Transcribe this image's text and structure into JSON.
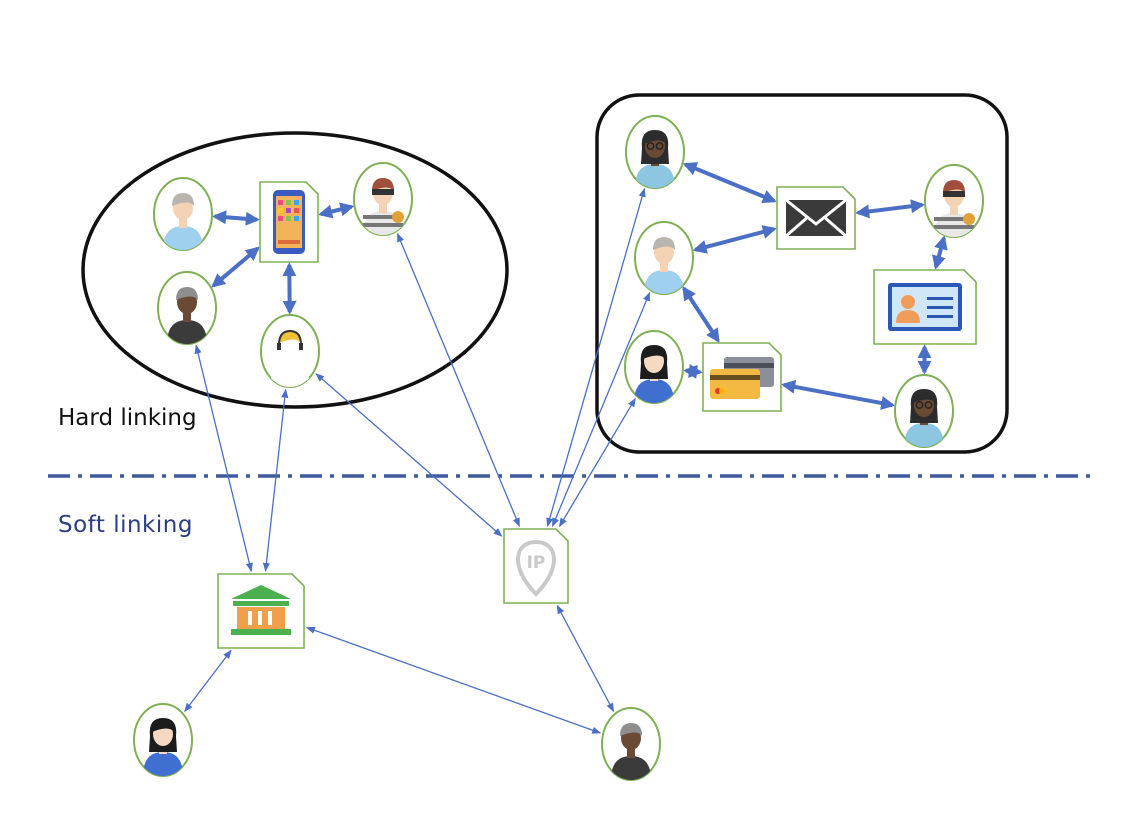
{
  "labels": {
    "hard": "Hard linking",
    "soft": "Soft  linking"
  },
  "colors": {
    "link": "#4a6fc4",
    "node_border": "#7fb055",
    "doc_border": "#7fb055",
    "group_border": "#111111",
    "divider": "#3d5a9b",
    "soft_text": "#2c3e82"
  },
  "nodes": [
    {
      "id": "p1",
      "kind": "person",
      "icon": "man-light-icon"
    },
    {
      "id": "phone",
      "kind": "doc",
      "icon": "smartphone-icon"
    },
    {
      "id": "p2",
      "kind": "person",
      "icon": "thief-icon"
    },
    {
      "id": "p3",
      "kind": "person",
      "icon": "man-dark-icon"
    },
    {
      "id": "p4",
      "kind": "person",
      "icon": "operator-icon"
    },
    {
      "id": "p5",
      "kind": "person",
      "icon": "woman-glasses-icon"
    },
    {
      "id": "email",
      "kind": "doc",
      "icon": "envelope-icon"
    },
    {
      "id": "p6",
      "kind": "person",
      "icon": "thief-icon"
    },
    {
      "id": "p7",
      "kind": "person",
      "icon": "man-light-icon"
    },
    {
      "id": "idcard",
      "kind": "doc",
      "icon": "id-card-icon"
    },
    {
      "id": "p8",
      "kind": "person",
      "icon": "woman-icon"
    },
    {
      "id": "cards",
      "kind": "doc",
      "icon": "credit-cards-icon"
    },
    {
      "id": "p9",
      "kind": "person",
      "icon": "woman-glasses-icon"
    },
    {
      "id": "ip",
      "kind": "doc",
      "icon": "ip-pin-icon"
    },
    {
      "id": "bank",
      "kind": "doc",
      "icon": "bank-icon"
    },
    {
      "id": "p10",
      "kind": "person",
      "icon": "woman-icon"
    },
    {
      "id": "p11",
      "kind": "person",
      "icon": "man-dark-icon"
    }
  ],
  "edges": [
    {
      "from": "p1",
      "to": "phone",
      "strength": "hard"
    },
    {
      "from": "phone",
      "to": "p2",
      "strength": "hard"
    },
    {
      "from": "phone",
      "to": "p3",
      "strength": "hard"
    },
    {
      "from": "phone",
      "to": "p4",
      "strength": "hard"
    },
    {
      "from": "p5",
      "to": "email",
      "strength": "hard"
    },
    {
      "from": "p7",
      "to": "email",
      "strength": "hard"
    },
    {
      "from": "email",
      "to": "p6",
      "strength": "hard"
    },
    {
      "from": "p6",
      "to": "idcard",
      "strength": "hard"
    },
    {
      "from": "p7",
      "to": "cards",
      "strength": "hard"
    },
    {
      "from": "p8",
      "to": "cards",
      "strength": "hard"
    },
    {
      "from": "cards",
      "to": "p9",
      "strength": "hard"
    },
    {
      "from": "idcard",
      "to": "p9",
      "strength": "hard"
    },
    {
      "from": "p2",
      "to": "ip",
      "strength": "soft"
    },
    {
      "from": "p4",
      "to": "ip",
      "strength": "soft"
    },
    {
      "from": "p5",
      "to": "ip",
      "strength": "soft"
    },
    {
      "from": "p7",
      "to": "ip",
      "strength": "soft"
    },
    {
      "from": "p8",
      "to": "ip",
      "strength": "soft"
    },
    {
      "from": "ip",
      "to": "p11",
      "strength": "soft"
    },
    {
      "from": "bank",
      "to": "p11",
      "strength": "soft"
    },
    {
      "from": "p3",
      "to": "bank",
      "strength": "soft"
    },
    {
      "from": "p4",
      "to": "bank",
      "strength": "soft"
    },
    {
      "from": "bank",
      "to": "p10",
      "strength": "soft"
    }
  ]
}
